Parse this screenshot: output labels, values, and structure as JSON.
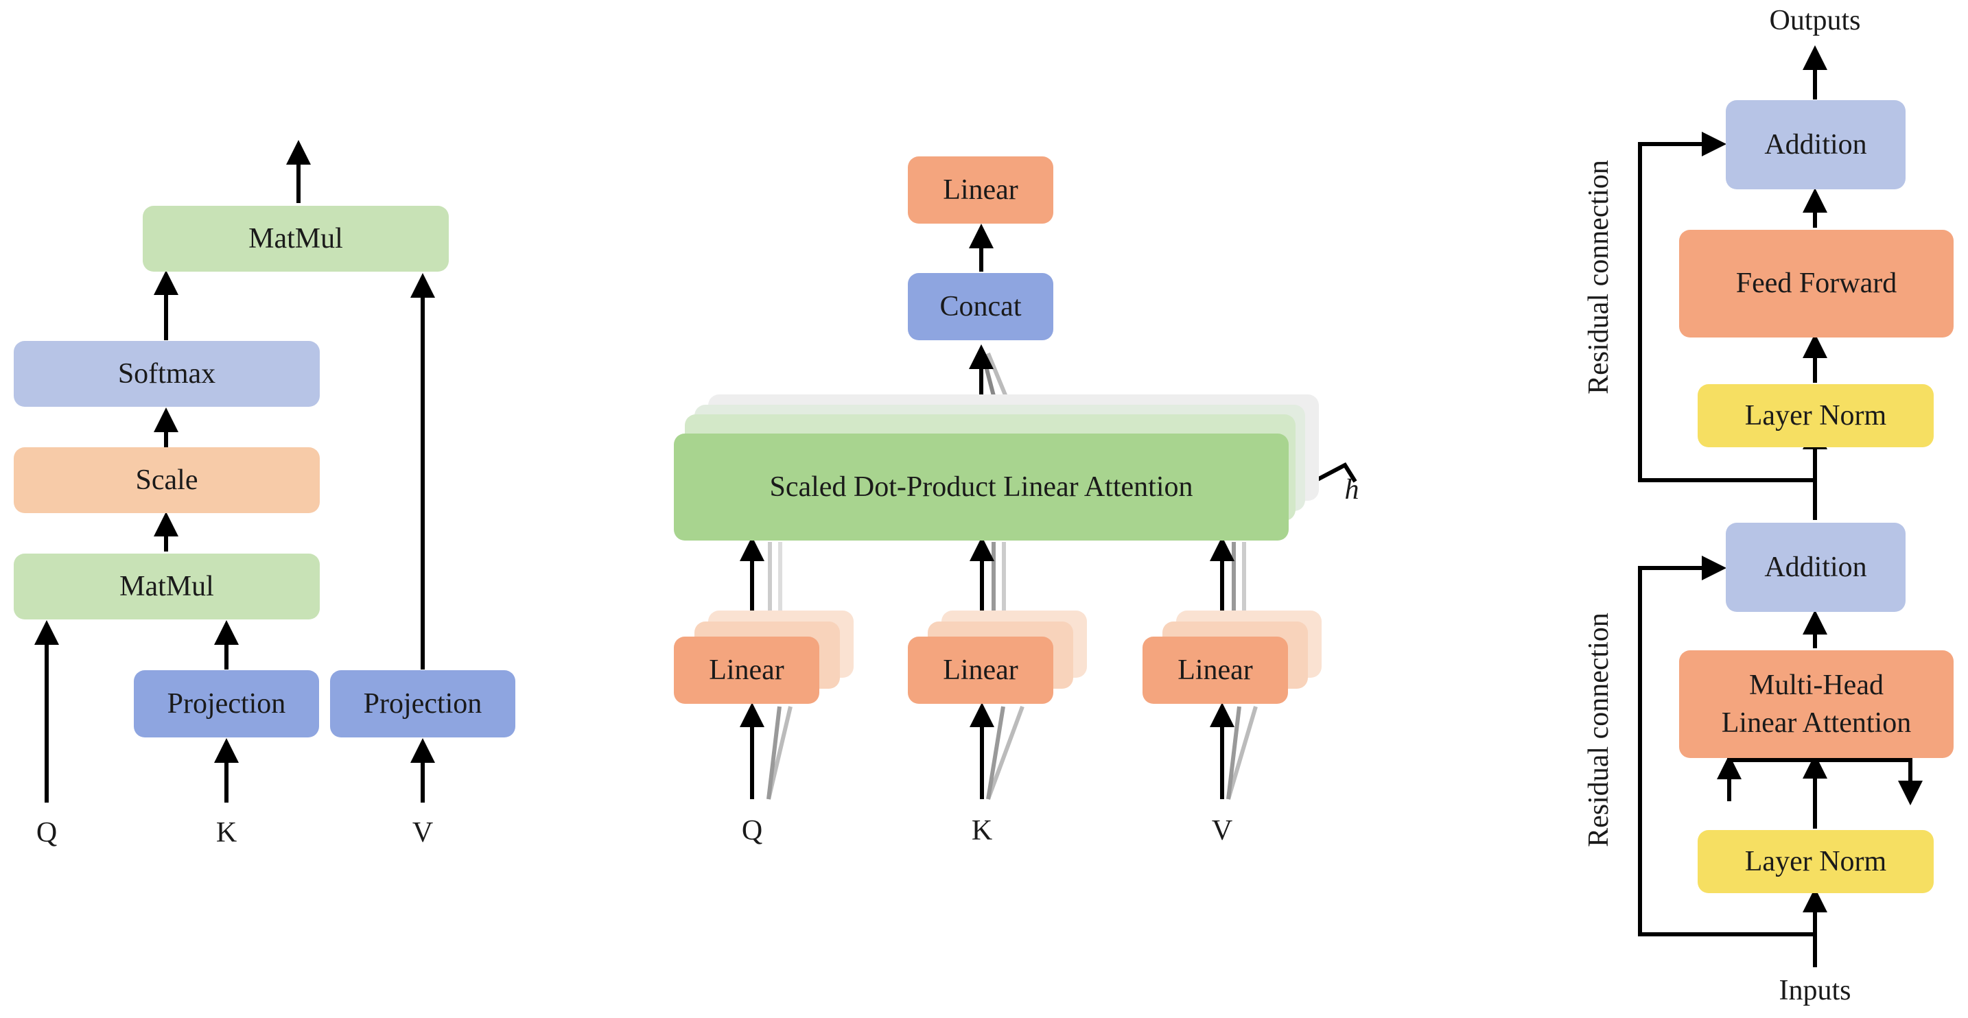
{
  "left_panel": {
    "matmul_top": "MatMul",
    "softmax": "Softmax",
    "scale": "Scale",
    "matmul_bottom": "MatMul",
    "projection_k": "Projection",
    "projection_v": "Projection",
    "input_q": "Q",
    "input_k": "K",
    "input_v": "V"
  },
  "middle_panel": {
    "linear_top": "Linear",
    "concat": "Concat",
    "attention": "Scaled Dot-Product Linear Attention",
    "heads_label": "h",
    "linear_q": "Linear",
    "linear_k": "Linear",
    "linear_v": "Linear",
    "input_q": "Q",
    "input_k": "K",
    "input_v": "V"
  },
  "right_panel": {
    "outputs": "Outputs",
    "addition_top": "Addition",
    "feed_forward": "Feed Forward",
    "layer_norm_top": "Layer Norm",
    "addition_bottom": "Addition",
    "mhla_line1": "Multi-Head",
    "mhla_line2": "Linear Attention",
    "layer_norm_bottom": "Layer Norm",
    "inputs": "Inputs",
    "residual_top": "Residual connection",
    "residual_bottom": "Residual connection"
  },
  "colors": {
    "matmul": "#c8e2b6",
    "attention": "#a8d48f",
    "softmax": "#b7c4e6",
    "projection": "#8ea5e0",
    "scale": "#f7cba8",
    "linear": "#f4a57e",
    "layer_norm": "#f6df62"
  }
}
